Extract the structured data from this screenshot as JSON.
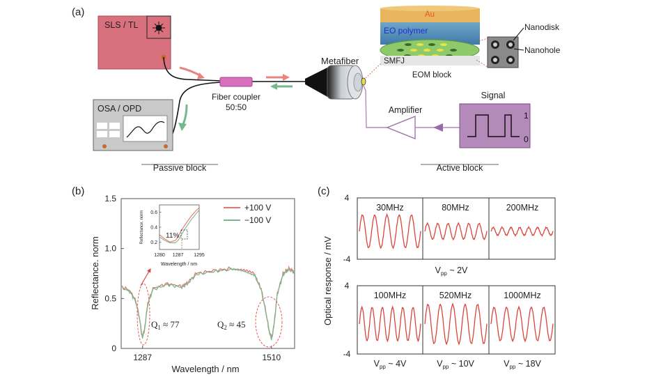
{
  "panel_labels": {
    "a": "(a)",
    "b": "(b)",
    "c": "(c)"
  },
  "panel_a": {
    "source_label": "SLS / TL",
    "analyzer_label": "OSA / OPD",
    "coupler_label_1": "Fiber coupler",
    "coupler_label_2": "50:50",
    "metafiber_label": "Metafiber",
    "au_label": "Au",
    "eo_polymer_label": "EO polymer",
    "smfj_label": "SMFJ",
    "eom_block_label": "EOM block",
    "nanodisk_label": "Nanodisk",
    "nanohole_label": "Nanohole",
    "amplifier_label": "Amplifier",
    "signal_label": "Signal",
    "signal_high": "1",
    "signal_low": "0",
    "passive_block_label": "Passive block",
    "active_block_label": "Active block",
    "colors": {
      "source_fill": "#d9707e",
      "signal_fill": "#b48abb",
      "coupler_fill": "#d96fbd",
      "arrow_forward": "#e8857f",
      "arrow_return": "#74b88f",
      "active_line": "#b48abb"
    }
  },
  "chart_data": [
    {
      "type": "line",
      "panel": "(b)",
      "xlabel": "Wavelength / nm",
      "ylabel": "Reflectance. norm",
      "xticks": [
        "1287",
        "1510"
      ],
      "yticks": [
        "0",
        "0.5",
        "1.0",
        "1.5"
      ],
      "ylim": [
        0,
        1.5
      ],
      "xlim": [
        1250,
        1550
      ],
      "series": [
        {
          "name": "+100 V",
          "color": "#e8716f",
          "x": [
            1250,
            1265,
            1275,
            1282,
            1285,
            1287,
            1290,
            1296,
            1305,
            1330,
            1355,
            1365,
            1380,
            1410,
            1440,
            1460,
            1480,
            1492,
            1500,
            1506,
            1510,
            1514,
            1520,
            1530,
            1540,
            1550
          ],
          "y": [
            0.62,
            0.58,
            0.48,
            0.3,
            0.16,
            0.12,
            0.18,
            0.45,
            0.6,
            0.65,
            0.62,
            0.66,
            0.75,
            0.78,
            0.8,
            0.78,
            0.75,
            0.6,
            0.38,
            0.18,
            0.1,
            0.22,
            0.55,
            0.75,
            0.8,
            0.77
          ]
        },
        {
          "name": "−100 V",
          "color": "#77b98f",
          "x": [
            1250,
            1265,
            1275,
            1282,
            1285,
            1287,
            1290,
            1296,
            1305,
            1330,
            1355,
            1365,
            1380,
            1410,
            1440,
            1460,
            1480,
            1492,
            1500,
            1506,
            1510,
            1514,
            1520,
            1530,
            1540,
            1550
          ],
          "y": [
            0.61,
            0.57,
            0.47,
            0.29,
            0.15,
            0.11,
            0.17,
            0.44,
            0.59,
            0.64,
            0.61,
            0.65,
            0.74,
            0.77,
            0.79,
            0.77,
            0.74,
            0.59,
            0.37,
            0.17,
            0.09,
            0.21,
            0.54,
            0.74,
            0.79,
            0.76
          ]
        }
      ],
      "legend": "top-right",
      "legend_labels": [
        "+100 V",
        "−100 V"
      ],
      "annotations": {
        "q1": "Q",
        "q1_sub": "1",
        "q1_val": " ≈ 77",
        "q2": "Q",
        "q2_sub": "2",
        "q2_val": " ≈ 45"
      }
    },
    {
      "type": "line",
      "panel": "(b) inset",
      "xlabel": "Wavelength / nm",
      "ylabel": "Reflectance. norm",
      "xticks": [
        "1280",
        "1287",
        "1295"
      ],
      "yticks": [
        "0.2",
        "0.4",
        "0.6"
      ],
      "xlim": [
        1280,
        1295
      ],
      "ylim": [
        0.1,
        0.7
      ],
      "annotation": "11%",
      "series": [
        {
          "name": "+100 V",
          "color": "#e8716f",
          "x": [
            1280,
            1282,
            1284,
            1286,
            1287,
            1288,
            1290,
            1292,
            1294,
            1295
          ],
          "y": [
            0.3,
            0.24,
            0.2,
            0.22,
            0.27,
            0.34,
            0.45,
            0.55,
            0.63,
            0.66
          ]
        },
        {
          "name": "−100 V",
          "color": "#77b98f",
          "x": [
            1280,
            1282,
            1284,
            1286,
            1287,
            1288,
            1290,
            1292,
            1294,
            1295
          ],
          "y": [
            0.27,
            0.22,
            0.19,
            0.19,
            0.22,
            0.28,
            0.4,
            0.5,
            0.59,
            0.63
          ]
        }
      ]
    },
    {
      "type": "line",
      "panel": "(c)",
      "ylabel": "Optical response / mV",
      "ylim": [
        -4,
        4
      ],
      "yticks": [
        "4",
        "-4"
      ],
      "subplots": [
        {
          "label": "30MHz",
          "row": 0,
          "col": 0,
          "amplitude_mV": 2.5,
          "cycles": 5
        },
        {
          "label": "80MHz",
          "row": 0,
          "col": 1,
          "amplitude_mV": 1.2,
          "cycles": 6
        },
        {
          "label": "200MHz",
          "row": 0,
          "col": 2,
          "amplitude_mV": 0.6,
          "cycles": 7
        },
        {
          "label": "100MHz",
          "row": 1,
          "col": 0,
          "amplitude_mV": 2.3,
          "cycles": 6
        },
        {
          "label": "520MHz",
          "row": 1,
          "col": 1,
          "amplitude_mV": 2.7,
          "cycles": 5
        },
        {
          "label": "1000MHz",
          "row": 1,
          "col": 2,
          "amplitude_mV": 2.3,
          "cycles": 5
        }
      ],
      "vpp_labels": {
        "row0": {
          "base": "V",
          "sub": "pp",
          "rest": " ~ 2V"
        },
        "row1_col0": {
          "base": "V",
          "sub": "pp",
          "rest": " ~ 4V"
        },
        "row1_col1": {
          "base": "V",
          "sub": "pp",
          "rest": " ~ 10V"
        },
        "row1_col2": {
          "base": "V",
          "sub": "pp",
          "rest": " ~ 18V"
        }
      },
      "trace_color": "#d9453a"
    }
  ]
}
